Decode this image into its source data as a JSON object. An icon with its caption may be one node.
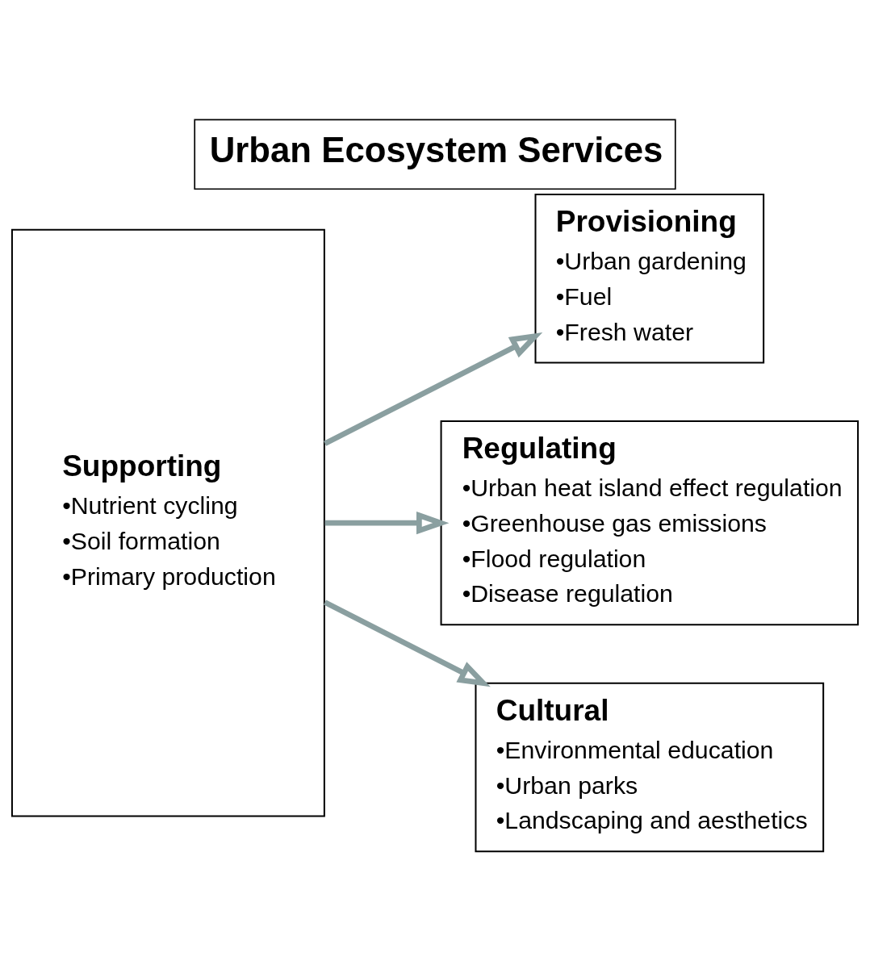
{
  "diagram": {
    "title": "Urban Ecosystem Services",
    "nodes": [
      {
        "text": [
          "Supporting",
          "•Nutrient cycling",
          "•Soil formation",
          "•Primary production"
        ]
      },
      {
        "text": [
          "Provisioning",
          "•Urban gardening",
          "•Fuel",
          "•Fresh water"
        ]
      },
      {
        "text": [
          "Regulating",
          "•Urban heat island effect regulation",
          "•Greenhouse gas emissions",
          "•Flood regulation",
          "•Disease regulation"
        ]
      },
      {
        "text": [
          "Cultural",
          "•Environmental education",
          "•Urban parks",
          "•Landscaping and aesthetics"
        ]
      }
    ],
    "edges": [
      {
        "from": 0,
        "to": 1,
        "arrow": "to"
      },
      {
        "from": 0,
        "to": 2,
        "arrow": "to"
      },
      {
        "from": 0,
        "to": 3,
        "arrow": "to"
      }
    ]
  }
}
